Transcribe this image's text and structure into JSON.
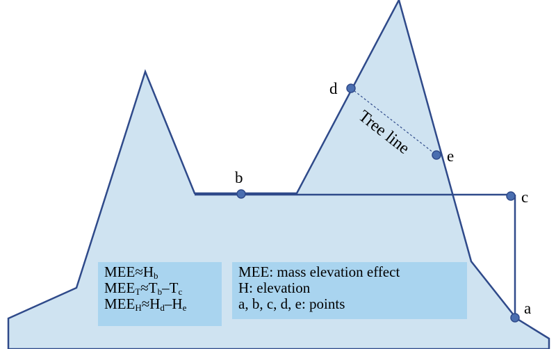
{
  "diagram": {
    "points": [
      {
        "id": "a",
        "label": "a"
      },
      {
        "id": "b",
        "label": "b"
      },
      {
        "id": "c",
        "label": "c"
      },
      {
        "id": "d",
        "label": "d"
      },
      {
        "id": "e",
        "label": "e"
      }
    ],
    "tree_line_label": "Tree line",
    "colors": {
      "mountain_fill": "#cfe3f1",
      "outline": "#2f4a8a",
      "point": "#4a6eb0",
      "box_fill": "#a9d4ef"
    }
  },
  "formulas": {
    "line1": {
      "a": "MEE≈H",
      "a_sub": "b"
    },
    "line2": {
      "a": "MEE",
      "a_sub": "T",
      "b": "≈T",
      "b_sub": "b",
      "c": "–T",
      "c_sub": "c"
    },
    "line3": {
      "a": "MEE",
      "a_sub": "H",
      "b": "≈H",
      "b_sub": "d",
      "c": "–H",
      "c_sub": "e"
    }
  },
  "legend": {
    "line1": "MEE: mass elevation effect",
    "line2": "H: elevation",
    "line3": "a, b, c, d, e: points"
  }
}
